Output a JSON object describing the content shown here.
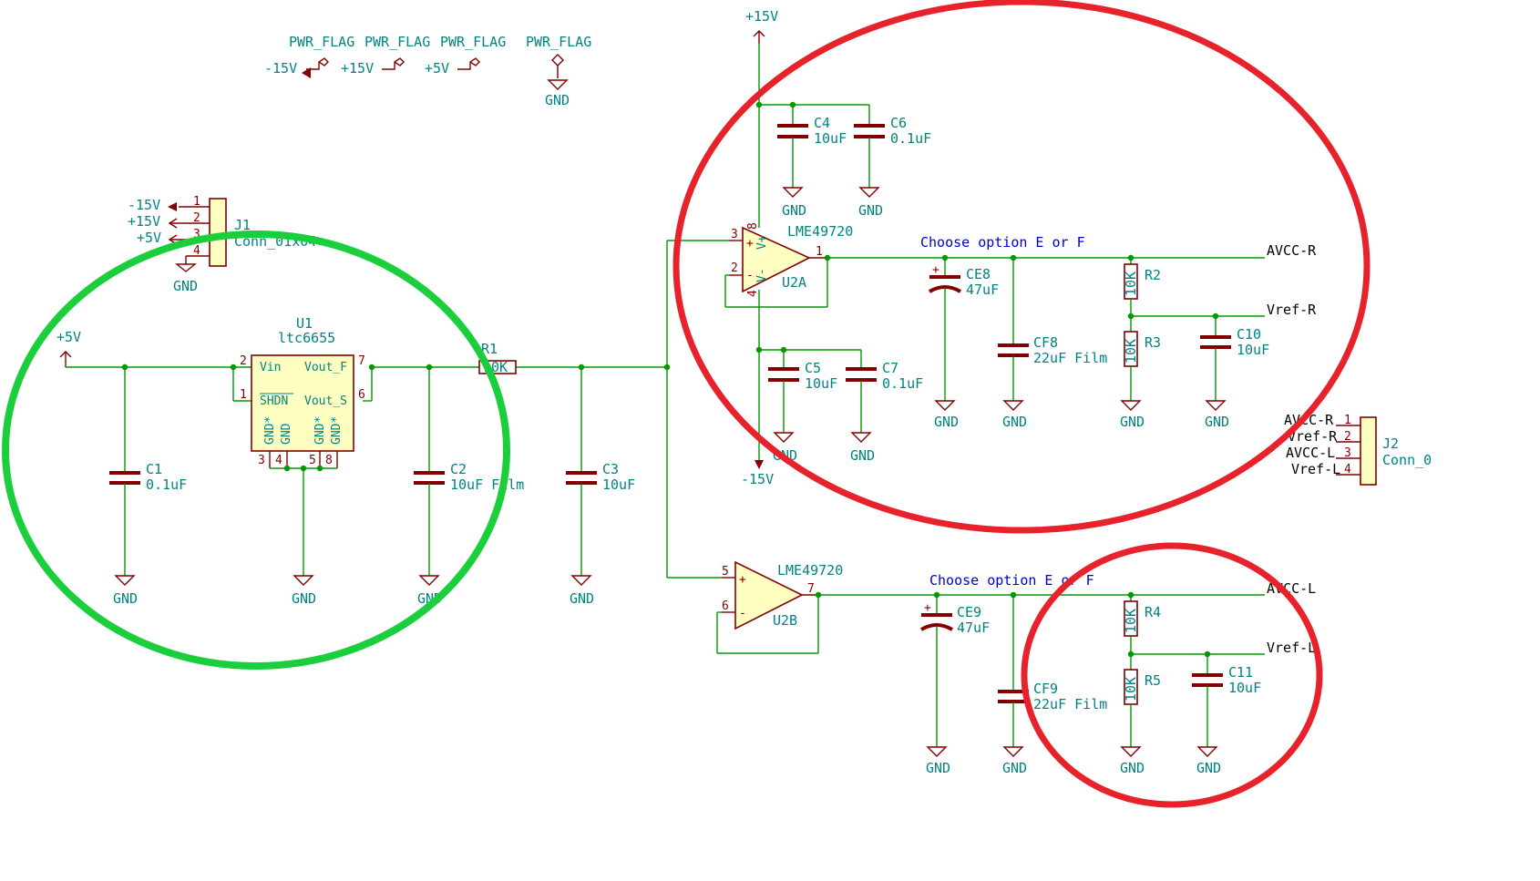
{
  "power_flags": {
    "label": "PWR_FLAG",
    "nets": [
      "-15V",
      "+15V",
      "+5V",
      "GND"
    ]
  },
  "connector_j1": {
    "ref": "J1",
    "value": "Conn_01x04",
    "pins": [
      "1",
      "2",
      "3",
      "4"
    ],
    "nets": [
      "-15V",
      "+15V",
      "+5V",
      "GND"
    ]
  },
  "connector_j2": {
    "ref": "J2",
    "value": "Conn_0",
    "pins": [
      "1",
      "2",
      "3",
      "4"
    ],
    "nets": [
      "AVCC-R",
      "Vref-R",
      "AVCC-L",
      "Vref-L"
    ]
  },
  "u1": {
    "ref": "U1",
    "value": "ltc6655",
    "pin_names": {
      "vin": "Vin",
      "shdn": "SHDN",
      "vout_f": "Vout_F",
      "vout_s": "Vout_S",
      "gnd": "GND",
      "gnd_star": "GND*"
    },
    "pins": {
      "vin": "2",
      "shdn": "1",
      "vout_f": "7",
      "vout_s": "6",
      "p3": "3",
      "p4": "4",
      "p5": "5",
      "p8": "8"
    }
  },
  "u2a": {
    "ref": "U2A",
    "value": "LME49720",
    "pins": {
      "plus": "3",
      "minus": "2",
      "out": "1",
      "vplus": "8",
      "vminus": "4"
    },
    "pin_names": {
      "vplus": "V+",
      "vminus": "V-"
    }
  },
  "u2b": {
    "ref": "U2B",
    "value": "LME49720",
    "pins": {
      "plus": "5",
      "minus": "6",
      "out": "7"
    }
  },
  "signs": {
    "plus": "+",
    "minus": "-"
  },
  "supplies": {
    "p5v": "+5V",
    "p15v": "+15V",
    "m15v": "-15V",
    "gnd": "GND"
  },
  "components": {
    "c1": {
      "ref": "C1",
      "value": "0.1uF"
    },
    "c2": {
      "ref": "C2",
      "value": "10uF Film"
    },
    "c3": {
      "ref": "C3",
      "value": "10uF"
    },
    "c4": {
      "ref": "C4",
      "value": "10uF"
    },
    "c5": {
      "ref": "C5",
      "value": "10uF"
    },
    "c6": {
      "ref": "C6",
      "value": "0.1uF"
    },
    "c7": {
      "ref": "C7",
      "value": "0.1uF"
    },
    "c10": {
      "ref": "C10",
      "value": "10uF"
    },
    "c11": {
      "ref": "C11",
      "value": "10uF"
    },
    "ce8": {
      "ref": "CE8",
      "value": "47uF"
    },
    "ce9": {
      "ref": "CE9",
      "value": "47uF"
    },
    "cf8": {
      "ref": "CF8",
      "value": "22uF Film"
    },
    "cf9": {
      "ref": "CF9",
      "value": "22uF Film"
    },
    "r1": {
      "ref": "R1",
      "value": "10K"
    },
    "r2": {
      "ref": "R2",
      "value": "10K"
    },
    "r3": {
      "ref": "R3",
      "value": "10K"
    },
    "r4": {
      "ref": "R4",
      "value": "10K"
    },
    "r5": {
      "ref": "R5",
      "value": "10K"
    }
  },
  "notes": {
    "option_top": "Choose option E or F",
    "option_bottom": "Choose option E or F"
  },
  "net_labels": {
    "avcc_r": "AVCC-R",
    "vref_r": "Vref-R",
    "avcc_l": "AVCC-L",
    "vref_l": "Vref-L"
  },
  "highlight_colors": {
    "green": "#1bcf3c",
    "red": "#e8222b"
  }
}
